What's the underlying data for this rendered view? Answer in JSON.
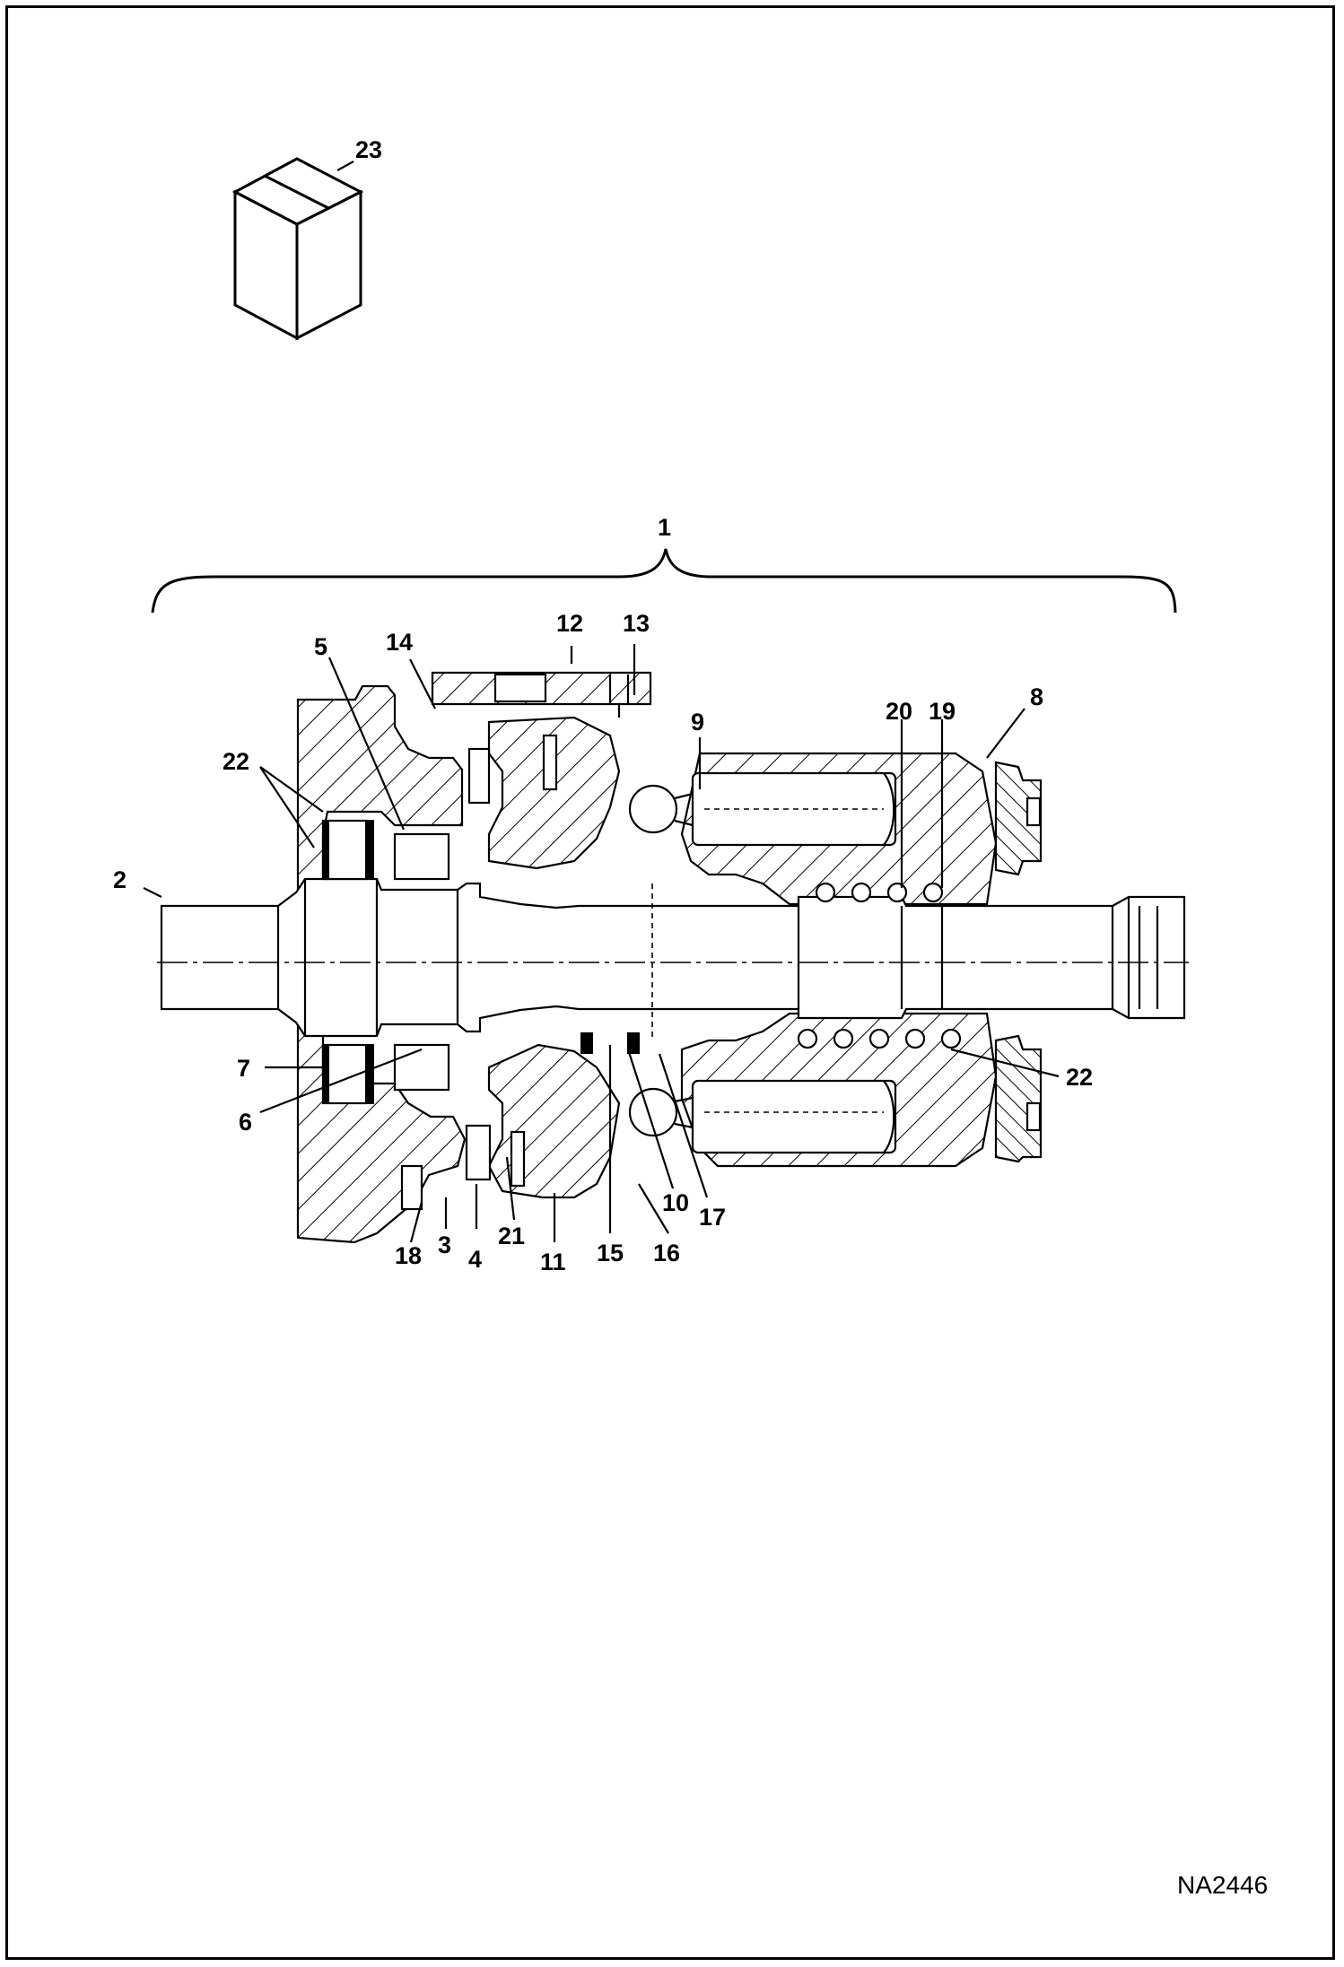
{
  "diagram": {
    "drawing_code": "NA2446",
    "callouts": [
      {
        "id": "c23",
        "text": "23"
      },
      {
        "id": "c1",
        "text": "1"
      },
      {
        "id": "c12",
        "text": "12"
      },
      {
        "id": "c13",
        "text": "13"
      },
      {
        "id": "c5",
        "text": "5"
      },
      {
        "id": "c14",
        "text": "14"
      },
      {
        "id": "c9",
        "text": "9"
      },
      {
        "id": "c20",
        "text": "20"
      },
      {
        "id": "c19",
        "text": "19"
      },
      {
        "id": "c8",
        "text": "8"
      },
      {
        "id": "c22a",
        "text": "22"
      },
      {
        "id": "c2",
        "text": "2"
      },
      {
        "id": "c7",
        "text": "7"
      },
      {
        "id": "c6",
        "text": "6"
      },
      {
        "id": "c22b",
        "text": "22"
      },
      {
        "id": "c10",
        "text": "10"
      },
      {
        "id": "c17",
        "text": "17"
      },
      {
        "id": "c18",
        "text": "18"
      },
      {
        "id": "c3",
        "text": "3"
      },
      {
        "id": "c4",
        "text": "4"
      },
      {
        "id": "c21",
        "text": "21"
      },
      {
        "id": "c11",
        "text": "11"
      },
      {
        "id": "c15",
        "text": "15"
      },
      {
        "id": "c16",
        "text": "16"
      }
    ]
  }
}
